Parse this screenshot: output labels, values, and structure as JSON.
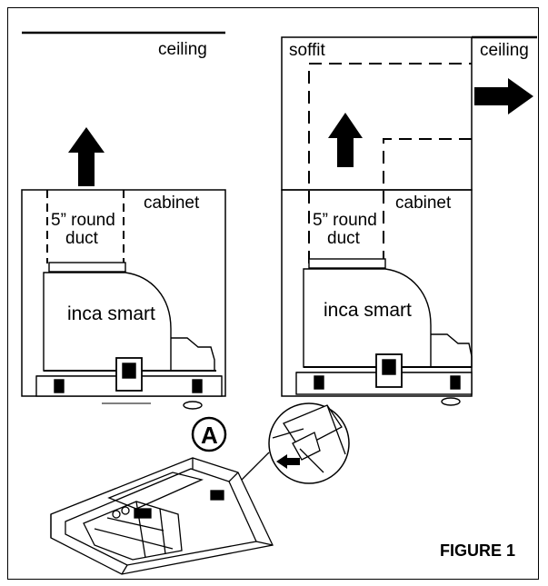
{
  "left": {
    "ceiling": "ceiling",
    "cabinet": "cabinet",
    "duct_line1": "5” round",
    "duct_line2": "duct",
    "unit": "inca smart"
  },
  "right": {
    "soffit": "soffit",
    "ceiling": "ceiling",
    "cabinet": "cabinet",
    "duct_line1": "5” round",
    "duct_line2": "duct",
    "unit": "inca smart"
  },
  "callout": "A",
  "figure_label": "FIGURE 1"
}
